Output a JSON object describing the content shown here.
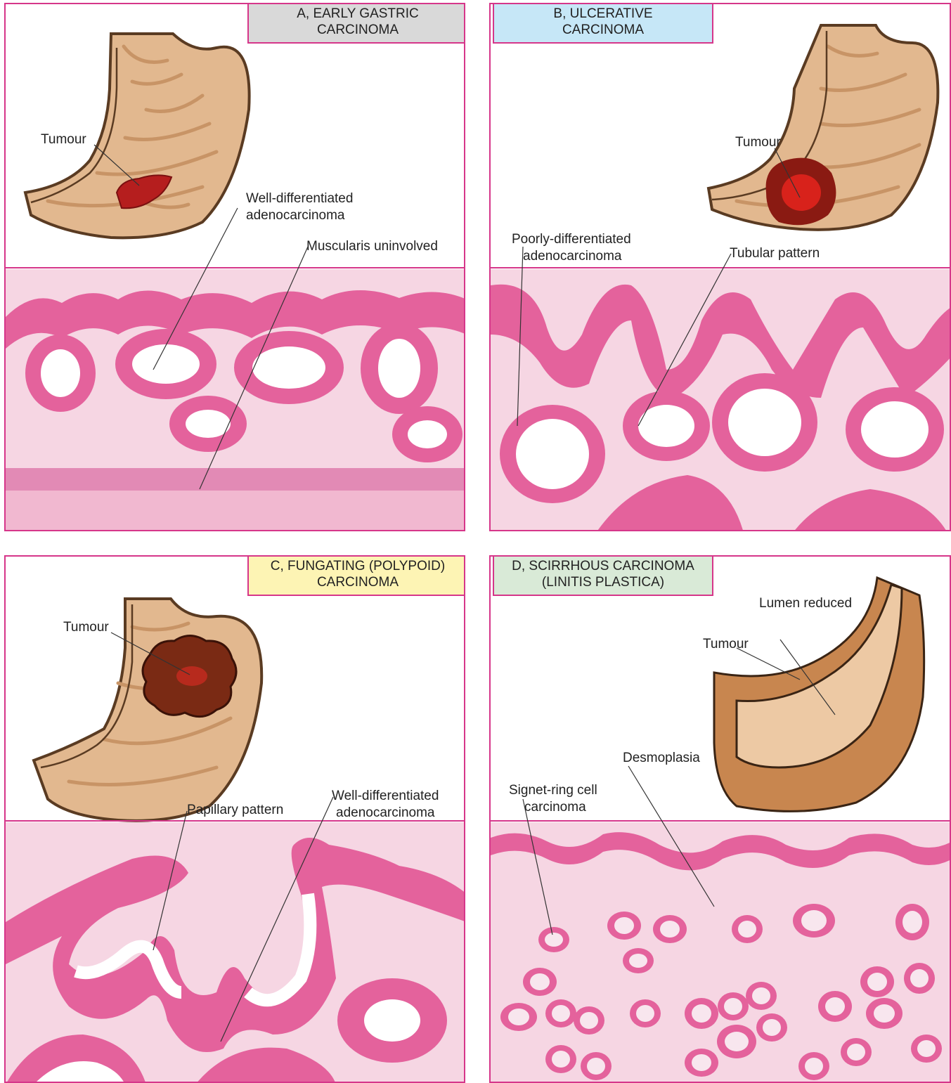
{
  "colors": {
    "border": "#d6368a",
    "tissue": "#f6d6e3",
    "epithelium": "#e4629c",
    "nucleus_blue": "#3f4f9e",
    "stomach_tan": "#e2b88f",
    "stomach_outline": "#5a3b22",
    "tumour_red": "#b51e1e",
    "tumour_dark": "#6e2010",
    "title_a": "#d9d9d9",
    "title_b": "#c6e7f7",
    "title_c": "#fdf4b4",
    "title_d": "#d9ead7"
  },
  "panels": {
    "a": {
      "title": [
        "A, EARLY GASTRIC",
        "CARCINOMA"
      ],
      "labels": {
        "tumour": "Tumour",
        "well_diff": [
          "Well-differentiated",
          "adenocarcinoma"
        ],
        "muscularis": "Muscularis uninvolved"
      }
    },
    "b": {
      "title": [
        "B, ULCERATIVE",
        "CARCINOMA"
      ],
      "labels": {
        "tumour": "Tumour",
        "poorly_diff": [
          "Poorly-differentiated",
          "adenocarcinoma"
        ],
        "tubular": "Tubular pattern"
      }
    },
    "c": {
      "title": [
        "C, FUNGATING (POLYPOID)",
        "CARCINOMA"
      ],
      "labels": {
        "tumour": "Tumour",
        "papillary": "Papillary pattern",
        "well_diff": [
          "Well-differentiated",
          "adenocarcinoma"
        ]
      }
    },
    "d": {
      "title": [
        "D, SCIRRHOUS CARCINOMA",
        "(LINITIS PLASTICA)"
      ],
      "labels": {
        "lumen": "Lumen reduced",
        "tumour": "Tumour",
        "desmoplasia": "Desmoplasia",
        "signet": [
          "Signet-ring cell",
          "carcinoma"
        ]
      }
    }
  }
}
